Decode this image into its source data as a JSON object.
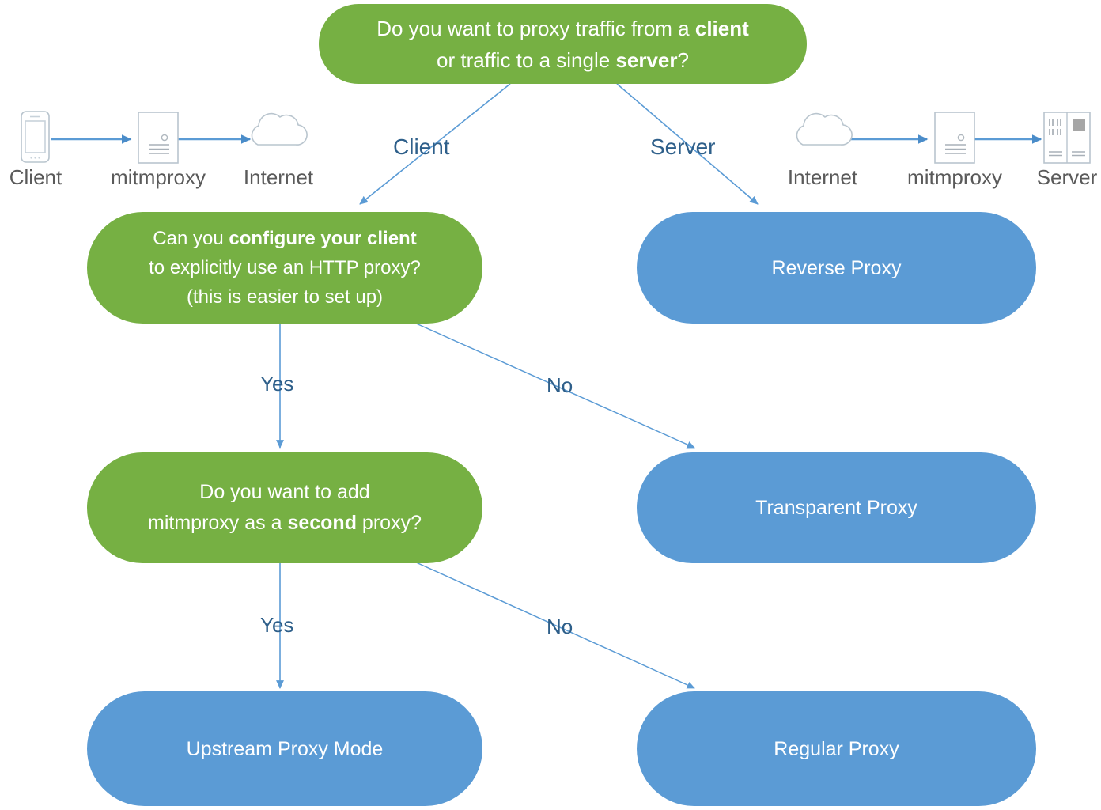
{
  "diagram": {
    "title": "mitmproxy mode selection flowchart",
    "colors": {
      "green": "#76b043",
      "blue": "#5b9bd5",
      "edge": "#5b9bd5",
      "edge_label_text": "#2e5f8a",
      "icon_label_text": "#5a5a5a",
      "node_text": "#ffffff",
      "background": "#ffffff"
    },
    "nodes": [
      {
        "id": "q-client-or-server",
        "kind": "decision",
        "color": "green",
        "lines": [
          {
            "segments": [
              {
                "text": "Do you want to proxy traffic from a ",
                "bold": false
              },
              {
                "text": "client",
                "bold": true
              }
            ]
          },
          {
            "segments": [
              {
                "text": "or traffic to a single ",
                "bold": false
              },
              {
                "text": "server",
                "bold": true
              },
              {
                "text": "?",
                "bold": false
              }
            ]
          }
        ],
        "plain": "Do you want to proxy traffic from a client or traffic to a single server?"
      },
      {
        "id": "q-configure-client",
        "kind": "decision",
        "color": "green",
        "lines": [
          {
            "segments": [
              {
                "text": "Can you ",
                "bold": false
              },
              {
                "text": "configure your client",
                "bold": true
              }
            ]
          },
          {
            "segments": [
              {
                "text": "to explicitly use an HTTP proxy?",
                "bold": false
              }
            ]
          },
          {
            "segments": [
              {
                "text": "(this is easier to set up)",
                "bold": false
              }
            ]
          }
        ],
        "plain": "Can you configure your client to explicitly use an HTTP proxy? (this is easier to set up)"
      },
      {
        "id": "q-second-proxy",
        "kind": "decision",
        "color": "green",
        "lines": [
          {
            "segments": [
              {
                "text": "Do you want to add",
                "bold": false
              }
            ]
          },
          {
            "segments": [
              {
                "text": "mitmproxy as a ",
                "bold": false
              },
              {
                "text": "second",
                "bold": true
              },
              {
                "text": " proxy?",
                "bold": false
              }
            ]
          }
        ],
        "plain": "Do you want to add mitmproxy as a second proxy?"
      },
      {
        "id": "result-reverse-proxy",
        "kind": "result",
        "color": "blue",
        "lines": [
          {
            "segments": [
              {
                "text": "Reverse Proxy",
                "bold": false
              }
            ]
          }
        ],
        "plain": "Reverse Proxy"
      },
      {
        "id": "result-transparent-proxy",
        "kind": "result",
        "color": "blue",
        "lines": [
          {
            "segments": [
              {
                "text": "Transparent Proxy",
                "bold": false
              }
            ]
          }
        ],
        "plain": "Transparent Proxy"
      },
      {
        "id": "result-upstream-proxy-mode",
        "kind": "result",
        "color": "blue",
        "lines": [
          {
            "segments": [
              {
                "text": "Upstream Proxy Mode",
                "bold": false
              }
            ]
          }
        ],
        "plain": "Upstream Proxy Mode"
      },
      {
        "id": "result-regular-proxy",
        "kind": "result",
        "color": "blue",
        "lines": [
          {
            "segments": [
              {
                "text": "Regular Proxy",
                "bold": false
              }
            ]
          }
        ],
        "plain": "Regular Proxy"
      }
    ],
    "edge_labels": {
      "client": "Client",
      "server": "Server",
      "yes_1": "Yes",
      "no_1": "No",
      "yes_2": "Yes",
      "no_2": "No"
    },
    "illustrations": {
      "left": {
        "name": "client-to-internet-flow",
        "icons": [
          "smartphone-icon",
          "document-icon",
          "cloud-icon"
        ],
        "labels": [
          "Client",
          "mitmproxy",
          "Internet"
        ]
      },
      "right": {
        "name": "internet-to-server-flow",
        "icons": [
          "cloud-icon",
          "document-icon",
          "server-rack-icon"
        ],
        "labels": [
          "Internet",
          "mitmproxy",
          "Server"
        ]
      }
    }
  }
}
